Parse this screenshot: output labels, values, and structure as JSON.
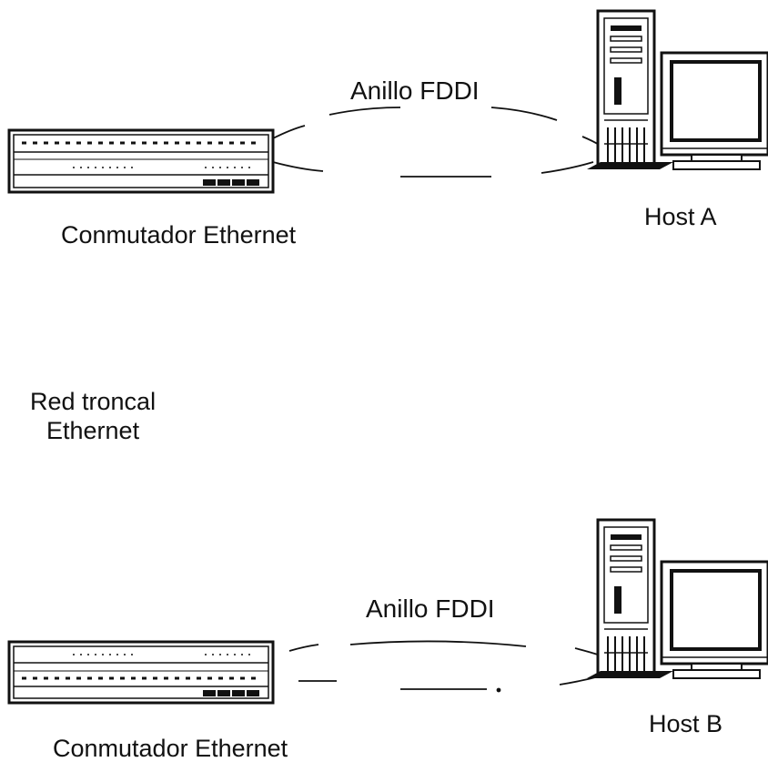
{
  "diagram": {
    "top_group": {
      "ring_label": "Anillo FDDI",
      "switch_label": "Conmutador Ethernet",
      "host_label": "Host A"
    },
    "backbone": {
      "line1": "Red troncal",
      "line2": "Ethernet"
    },
    "bottom_group": {
      "ring_label": "Anillo FDDI",
      "switch_label": "Conmutador Ethernet",
      "host_label": "Host B"
    }
  }
}
